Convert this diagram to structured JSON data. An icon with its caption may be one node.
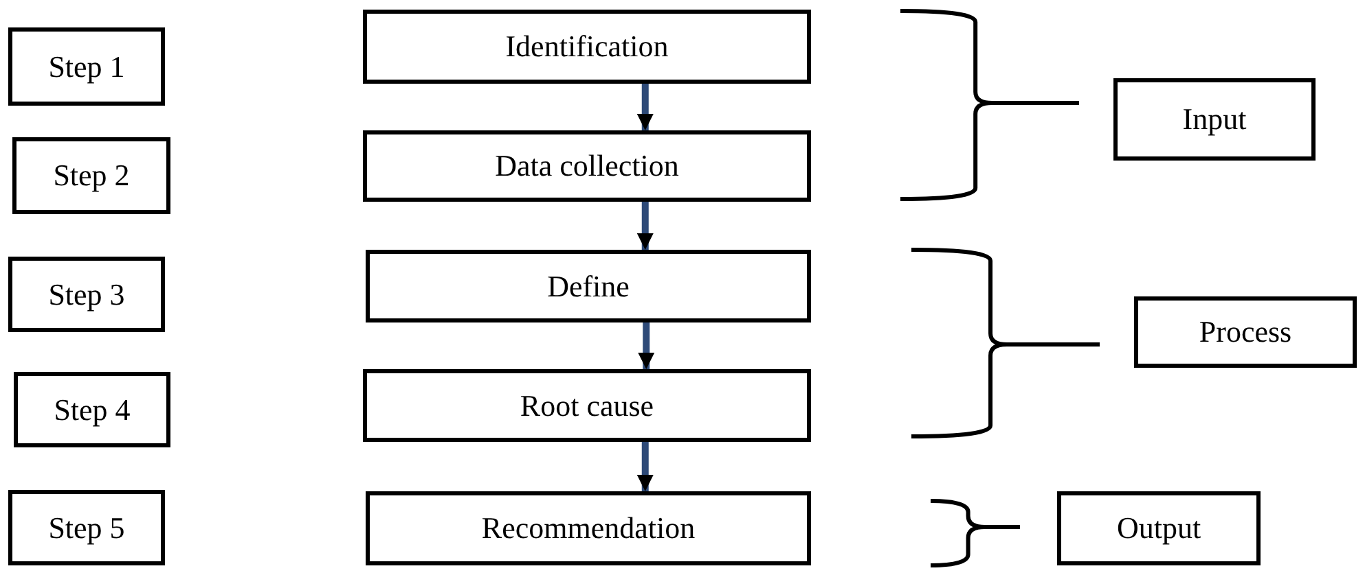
{
  "diagram": {
    "nodes": [
      {
        "text": [
          "Step 1"
        ]
      },
      {
        "text": [
          "Step 2"
        ]
      },
      {
        "text": [
          "Step 3"
        ]
      },
      {
        "text": [
          "Step 4"
        ]
      },
      {
        "text": [
          "Step 5"
        ]
      },
      {
        "text": [
          "Identification"
        ]
      },
      {
        "text": [
          "Data collection"
        ]
      },
      {
        "text": [
          "Define"
        ]
      },
      {
        "text": [
          "Root cause"
        ]
      },
      {
        "text": [
          "Recommendation"
        ]
      },
      {
        "text": [
          "Input"
        ]
      },
      {
        "text": [
          "Process"
        ]
      },
      {
        "text": [
          "Output"
        ]
      }
    ],
    "edges": [
      {
        "from": 5,
        "to": 6,
        "arrow": "to"
      },
      {
        "from": 6,
        "to": 7,
        "arrow": "to"
      },
      {
        "from": 7,
        "to": 8,
        "arrow": "to"
      },
      {
        "from": 8,
        "to": 9,
        "arrow": "to"
      }
    ]
  }
}
